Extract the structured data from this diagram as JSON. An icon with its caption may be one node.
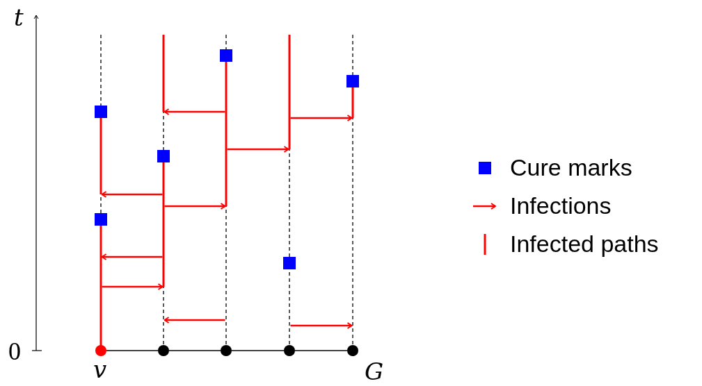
{
  "diagram": {
    "nodes": [
      {
        "text": [],
        "shape": "circle",
        "beside": [
          "v"
        ]
      },
      {
        "text": [],
        "shape": "circle"
      },
      {
        "text": [],
        "shape": "circle"
      },
      {
        "text": [],
        "shape": "circle"
      },
      {
        "text": [],
        "shape": "circle"
      }
    ],
    "edges": [
      {
        "from": 0,
        "to": 1,
        "arrow": "none"
      },
      {
        "from": 1,
        "to": 2,
        "arrow": "none"
      },
      {
        "from": 2,
        "to": 3,
        "arrow": "none"
      },
      {
        "from": 3,
        "to": 4,
        "arrow": "none"
      }
    ],
    "labels": [
      "t",
      "0",
      "G"
    ],
    "legend": [
      {
        "text": "Cure marks",
        "color": "#0000ff"
      },
      {
        "text": "Infections"
      },
      {
        "text": "Infected paths"
      }
    ]
  }
}
